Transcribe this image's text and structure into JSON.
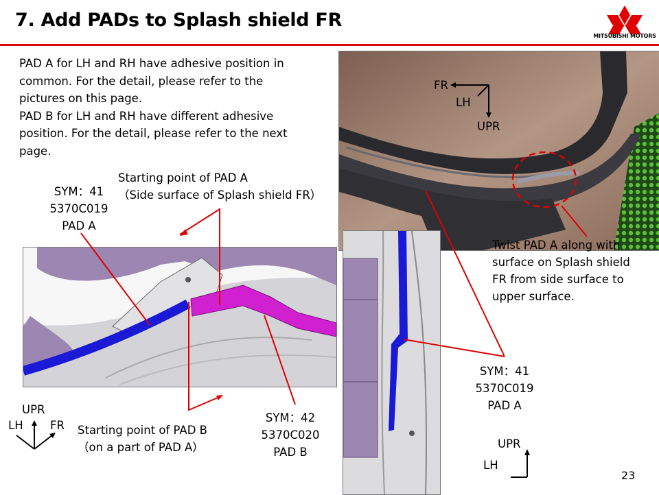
{
  "header": {
    "title": "7. Add PADs to Splash shield FR",
    "logo_text": "MITSUBISHI MOTORS",
    "rule_color": "#e00000"
  },
  "intro": {
    "lines": [
      "PAD A for LH and RH have adhesive position in",
      "common. For the detail, please refer to the",
      "pictures on this page.",
      "PAD B for LH and RH have different adhesive",
      "position. For the detail, please refer to the next",
      "page."
    ]
  },
  "left_figure": {
    "pad_a_start": {
      "line1": "Starting point of PAD A",
      "line2": "（Side surface of Splash shield FR）"
    },
    "pad_a_label": {
      "line1": "SYM：41",
      "line2": "5370C019",
      "line3": "PAD A"
    },
    "pad_b_start": {
      "line1": "Starting point of PAD B",
      "line2": "（on a part of PAD A）"
    },
    "pad_b_label": {
      "line1": "SYM：42",
      "line2": "5370C020",
      "line3": "PAD B"
    },
    "axes": {
      "up": "UPR",
      "left": "LH",
      "right": "FR"
    }
  },
  "photo": {
    "axes": {
      "fr": "FR",
      "lh": "LH",
      "upr": "UPR"
    }
  },
  "right_figure": {
    "twist_note": [
      "Twist PAD A along with",
      "surface on Splash shield",
      "FR from side surface to",
      "upper surface."
    ],
    "pad_a_label": {
      "line1": "SYM：41",
      "line2": "5370C019",
      "line3": "PAD A"
    },
    "axes": {
      "up": "UPR",
      "left": "LH"
    }
  },
  "colors": {
    "pad_a": "#1a1ad6",
    "pad_b": "#d020d0",
    "leader": "#e00000",
    "shield_purple": "#9c86b2"
  },
  "footer": {
    "page_number": "23"
  }
}
